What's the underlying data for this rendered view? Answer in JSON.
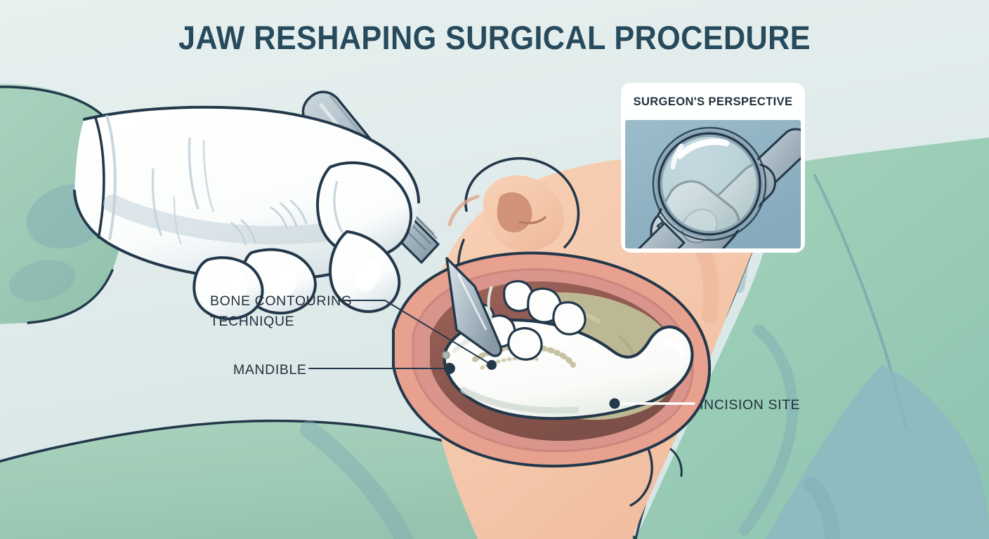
{
  "illustration": {
    "title": "JAW RESHAPING SURGICAL PROCEDURE",
    "subject": "jaw-reshaping-surgery",
    "view": "lateral profile of reclining patient with gloved hand holding scalpel"
  },
  "inset_panel": {
    "title": "SURGEON'S PERSPECTIVE",
    "contents": "magnifying glass over serrated bone file"
  },
  "annotations": [
    {
      "id": "bone-contouring",
      "line1": "BONE CONTOURING",
      "line2": "TECHNIQUE"
    },
    {
      "id": "mandible",
      "line1": "MANDIBLE",
      "line2": ""
    },
    {
      "id": "incision-site",
      "line1": "INCISION SITE",
      "line2": ""
    }
  ],
  "palette": {
    "background_top": "#e4eeee",
    "background_bottom": "#d8e8e8",
    "title_text": "#274a5c",
    "annotation_text": "#22303d",
    "outline": "#23384a",
    "drape_green": "#9ecdb8",
    "drape_green_shadow": "#7fa8b5",
    "drape_teal": "#8cb8c4",
    "glove_white": "#ffffff",
    "glove_shadow": "#c3d2d9",
    "skin": "#f5c8ab",
    "skin_shadow": "#e8b094",
    "lip_pink": "#e8a18f",
    "gum_rose": "#d9948b",
    "oral_cavity": "#8e5a52",
    "palate_khaki": "#bdb894",
    "bone_white": "#fbfcfa",
    "bone_shadow": "#cfd8d2",
    "tooth_white": "#fdfdfb",
    "steel": "#a8b8c2",
    "steel_dark": "#7d909c",
    "inset_bg": "#8fb3c4",
    "inset_frame": "#ffffff",
    "lens_glass": "#dcebe9"
  }
}
